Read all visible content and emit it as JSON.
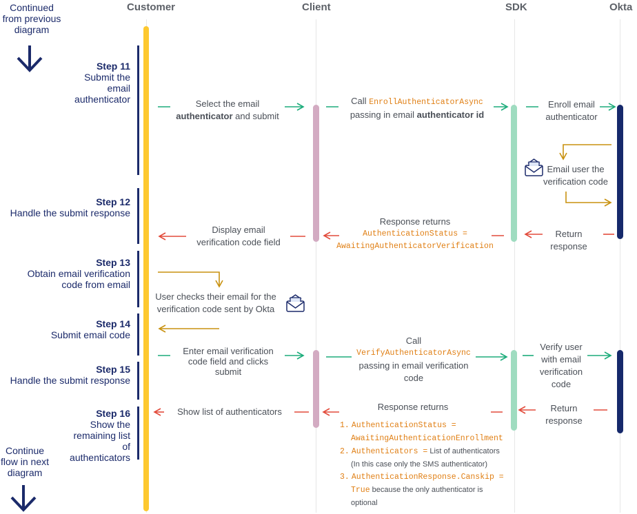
{
  "columns": {
    "customer": "Customer",
    "client": "Client",
    "sdk": "SDK",
    "okta": "Okta"
  },
  "side": {
    "continued": [
      "Continued",
      "from previous",
      "diagram"
    ],
    "continue_next": [
      "Continue",
      "flow in next",
      "diagram"
    ]
  },
  "steps": [
    {
      "num": "Step 11",
      "lines": [
        "Submit the",
        "email",
        "authenticator"
      ]
    },
    {
      "num": "Step 12",
      "lines": [
        "Handle the submit response"
      ]
    },
    {
      "num": "Step 13",
      "lines": [
        "Obtain email verification",
        "code from email"
      ]
    },
    {
      "num": "Step 14",
      "lines": [
        "Submit email code"
      ]
    },
    {
      "num": "Step 15",
      "lines": [
        "Handle the submit response"
      ]
    },
    {
      "num": "Step 16",
      "lines": [
        "Show the",
        "remaining list",
        "of",
        "authenticators"
      ]
    }
  ],
  "messages": {
    "select_email": {
      "line1": "Select the email",
      "bold2": "authenticator",
      "rest2": " and submit"
    },
    "call_enroll": {
      "prefix": "Call ",
      "code": "EnrollAuthenticatorAsync",
      "line2": "passing in email ",
      "bold2": "authenticator id"
    },
    "enroll_email": [
      "Enroll email",
      "authenticator"
    ],
    "email_user": [
      "Email user the",
      "verification code"
    ],
    "return1": [
      "Return",
      "response"
    ],
    "response_returns1": {
      "line1": "Response returns",
      "code1": "AuthenticationStatus =",
      "code2": "AwaitingAuthenticatorVerification"
    },
    "display_field": [
      "Display email",
      "verification code field"
    ],
    "user_checks": [
      "User checks their email for the",
      "verification code sent by Okta"
    ],
    "enter_code": [
      "Enter email verification",
      "code field and clicks",
      "submit"
    ],
    "call_verify": {
      "line1": "Call",
      "code": "VerifyAuthenticatorAsync",
      "line3": "passing in email verification",
      "line4": "code"
    },
    "verify_user": [
      "Verify user",
      "with email",
      "verification",
      "code"
    ],
    "return2": [
      "Return",
      "response"
    ],
    "show_list": "Show list of authenticators",
    "response_returns2": {
      "line1": "Response returns",
      "item1_num": "1.",
      "item1_code1": "AuthenticationStatus =",
      "item1_code2": "AwaitingAuthenticationEnrollment",
      "item2_num": "2.",
      "item2_code": "Authenticators =",
      "item2_text": " List of authenticators",
      "item2_note": "(In this case only the SMS authenticator)",
      "item3_num": "3.",
      "item3_code": "AuthenticationResponse.Canskip =",
      "item3_code2": "True",
      "item3_text": " because the only authenticator is",
      "item3_text2": "optional"
    }
  },
  "colors": {
    "customer_bar": "#fdc82f",
    "client_bar": "#d3abc2",
    "sdk_bar": "#9fdcc0",
    "okta_bar": "#16296b",
    "green": "#1bac7a",
    "red": "#e24a3a",
    "gold": "#c8910f",
    "navy": "#1b2a6a",
    "code": "#e07f14"
  }
}
